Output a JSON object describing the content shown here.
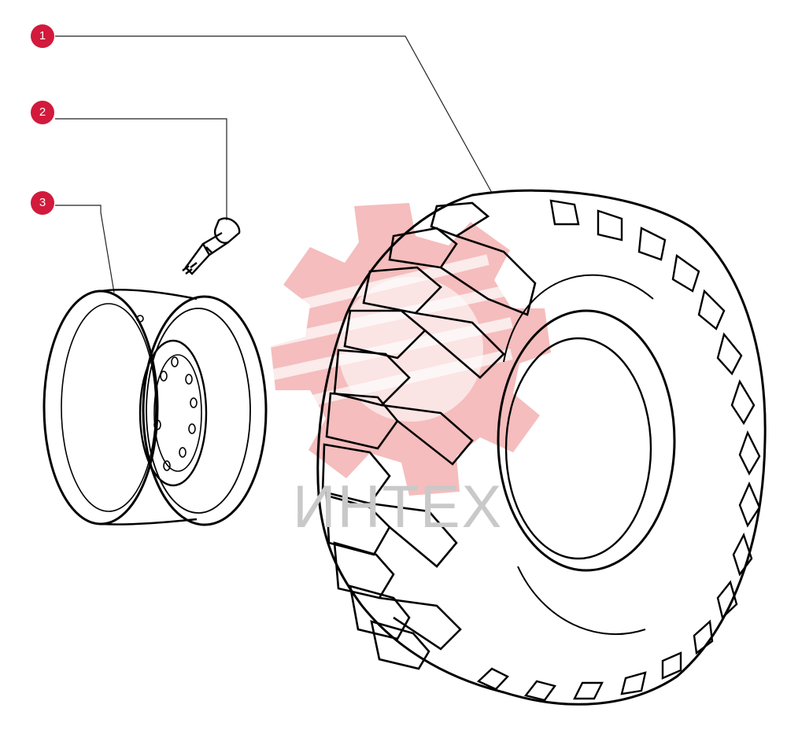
{
  "callouts": [
    {
      "label": "1",
      "part": "tyre"
    },
    {
      "label": "2",
      "part": "valve"
    },
    {
      "label": "3",
      "part": "wheel-rim"
    }
  ],
  "watermark": {
    "text": "ИНТЕХ",
    "gear_color": "#f4b6b6",
    "text_color": "#c9c9c9"
  },
  "colors": {
    "callout_fill": "#d11a3c",
    "line": "#000000",
    "leader": "#222222"
  }
}
